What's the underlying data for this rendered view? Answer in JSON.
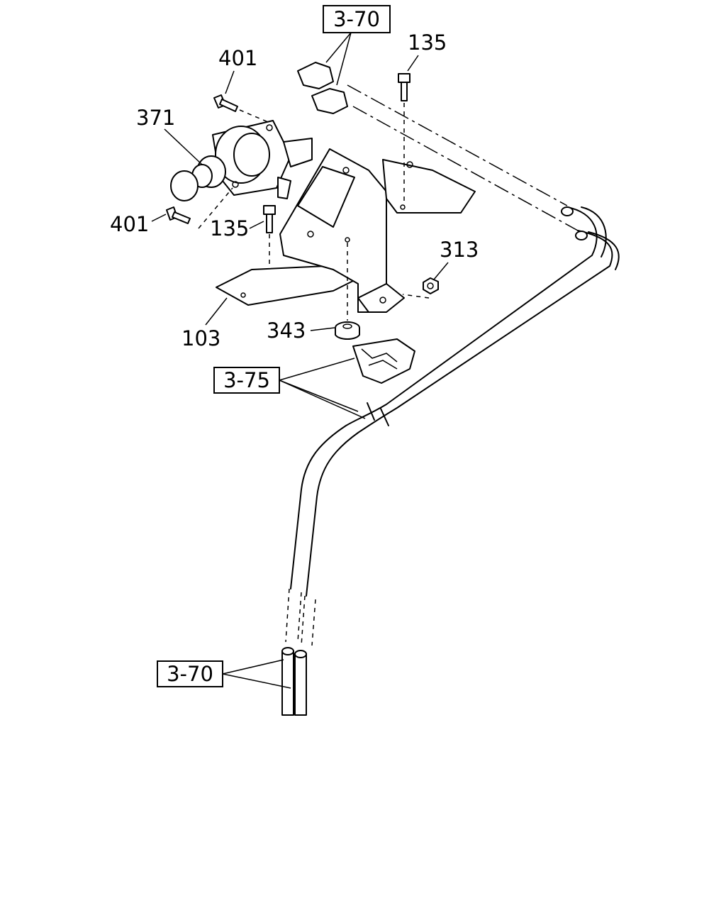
{
  "callouts": {
    "ref_3_70_top": "3-70",
    "ref_3_75": "3-75",
    "ref_3_70_bottom": "3-70",
    "p135_top": "135",
    "p401_top": "401",
    "p371": "371",
    "p401_bottom": "401",
    "p135_mid": "135",
    "p313": "313",
    "p343": "343",
    "p103": "103"
  }
}
